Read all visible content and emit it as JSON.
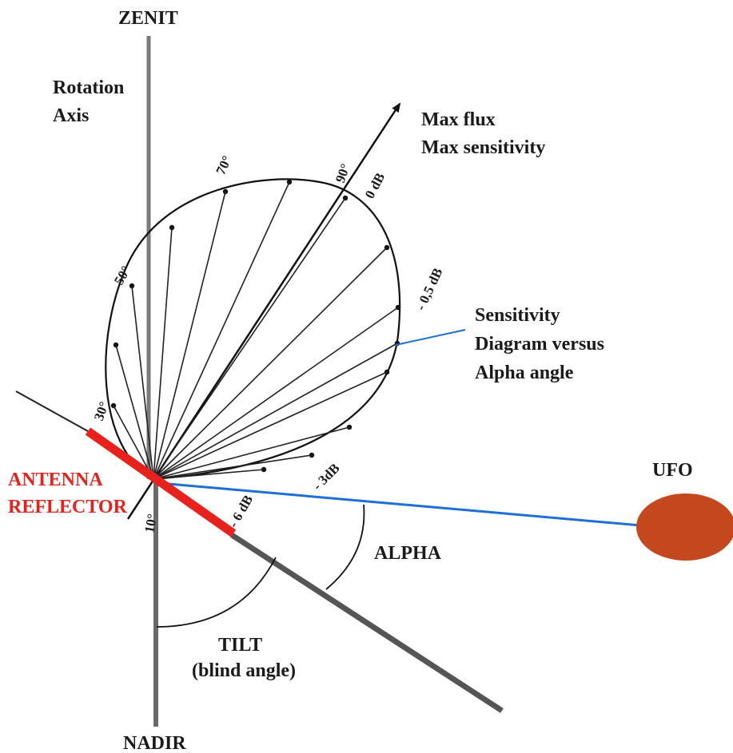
{
  "labels": {
    "zenit": "ZENIT",
    "nadir": "NADIR",
    "rotation_axis_line1": "Rotation",
    "rotation_axis_line2": "Axis",
    "max_flux_line1": "Max flux",
    "max_flux_line2": "Max sensitivity",
    "sensitivity_line1": "Sensitivity",
    "sensitivity_line2": "Diagram versus",
    "sensitivity_line3": "Alpha angle",
    "ufo": "UFO",
    "antenna_line1": "ANTENNA",
    "antenna_line2": "REFLECTOR",
    "alpha": "ALPHA",
    "tilt_line1": "TILT",
    "tilt_line2": "(blind angle)"
  },
  "angle_labels": {
    "a30": "30°",
    "a50": "50°",
    "a70": "70°",
    "a90": "90°",
    "a10": "10°"
  },
  "db_labels": {
    "db0": "0 dB",
    "db05": "- 0,5 dB",
    "db3": "- 3dB",
    "db6": "- 6 dB"
  },
  "colors": {
    "reflector": "#e8211c",
    "ufo": "#c4471d",
    "sight_line": "#1e6fd6",
    "axis": "#7a7a7a"
  }
}
